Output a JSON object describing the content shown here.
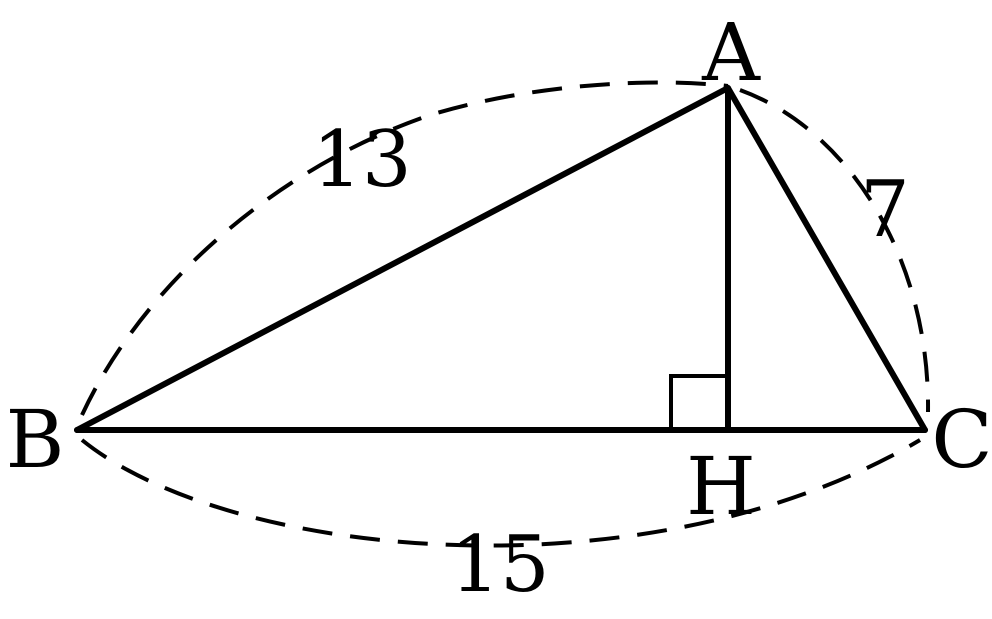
{
  "vertices": {
    "A": "A",
    "B": "B",
    "C": "C",
    "H": "H"
  },
  "lengths": {
    "AB": "13",
    "AC": "7",
    "BC": "15"
  },
  "marks": {
    "right_angle_at": "H"
  },
  "colors": {
    "stroke": "#000000",
    "background": "#ffffff"
  }
}
